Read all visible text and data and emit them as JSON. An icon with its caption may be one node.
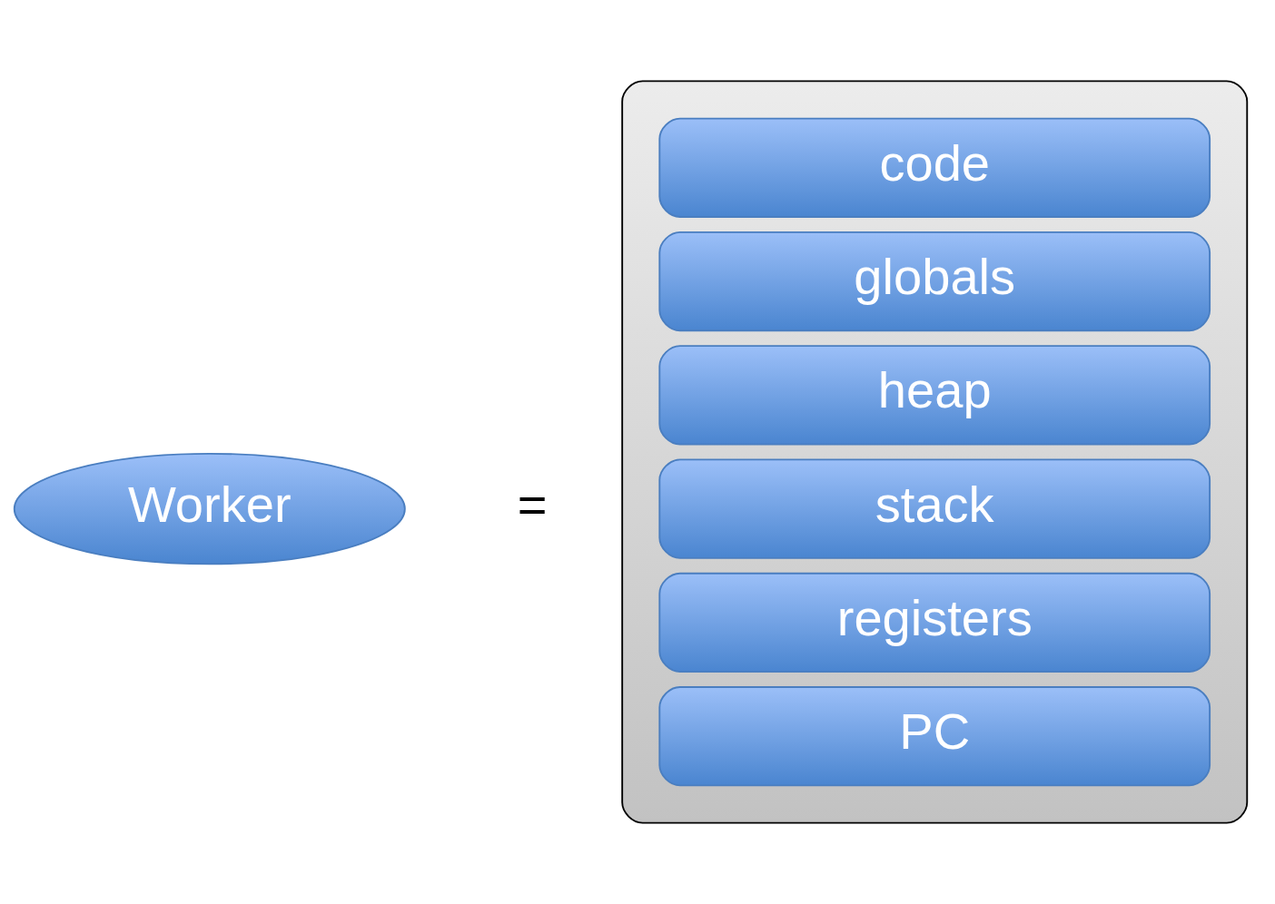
{
  "diagram": {
    "nodes": [
      {
        "text": [
          "Worker"
        ]
      },
      {
        "text": [],
        "shape": "box"
      },
      {
        "text": [
          "code"
        ],
        "in": 1
      },
      {
        "text": [
          "globals"
        ],
        "in": 1
      },
      {
        "text": [
          "heap"
        ],
        "in": 1
      },
      {
        "text": [
          "stack"
        ],
        "in": 1
      },
      {
        "text": [
          "registers"
        ],
        "in": 1
      },
      {
        "text": [
          "PC"
        ],
        "in": 1
      }
    ],
    "edges": [],
    "labels": [
      "="
    ]
  }
}
